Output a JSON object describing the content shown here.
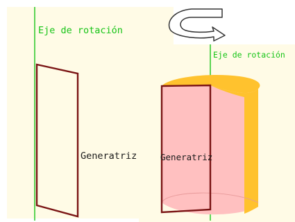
{
  "labels": {
    "axis_left": "Eje de rotación",
    "axis_right": "Eje de rotación",
    "generatrix_left": "Generatriz",
    "generatrix_right": "Generatriz"
  },
  "colors": {
    "background": "#FFFBE6",
    "axis_line": "#16C416",
    "axis_text": "#16C416",
    "generatrix_stroke": "#7A1414",
    "cylinder_front_fill": "#FFC0C0",
    "cylinder_side_fill": "#FFC22E",
    "cylinder_top_fill": "#FFC22E",
    "label_text": "#1A1A1A",
    "rotation_arrow_stroke": "#333333",
    "rotation_arrow_fill": "#FFFFFF"
  },
  "icons": {
    "rotation": "curved-rotation-arrow-icon"
  }
}
